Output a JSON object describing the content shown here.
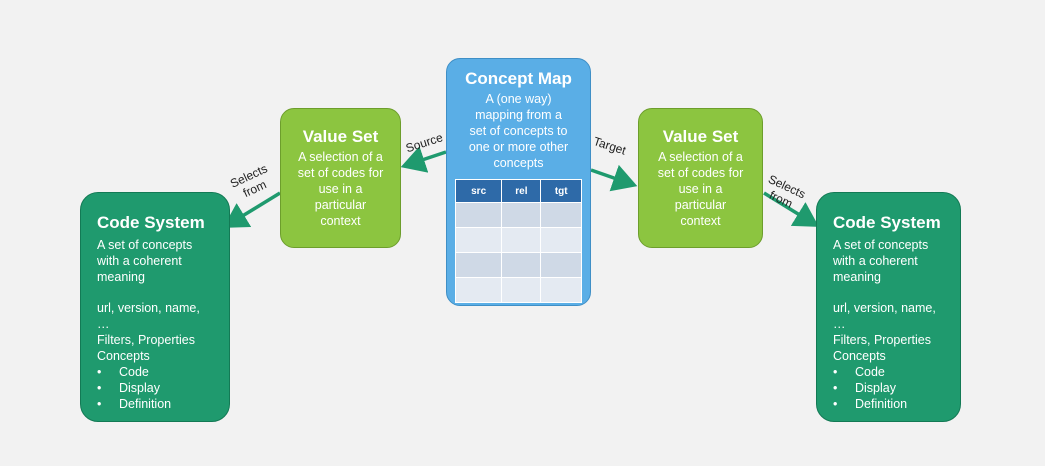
{
  "code_system_left": {
    "title": "Code System",
    "desc": [
      "A set of concepts",
      "with a coherent",
      "meaning"
    ],
    "attrs": [
      "url, version, name,",
      "…",
      "Filters, Properties",
      "Concepts"
    ],
    "bullets": [
      "Code",
      "Display",
      "Definition"
    ]
  },
  "code_system_right": {
    "title": "Code System",
    "desc": [
      "A set of concepts",
      "with a coherent",
      "meaning"
    ],
    "attrs": [
      "url, version, name,",
      "…",
      "Filters, Properties",
      "Concepts"
    ],
    "bullets": [
      "Code",
      "Display",
      "Definition"
    ]
  },
  "value_set_left": {
    "title": "Value Set",
    "desc": [
      "A selection of a",
      "set of codes for",
      "use in a",
      "particular",
      "context"
    ]
  },
  "value_set_right": {
    "title": "Value Set",
    "desc": [
      "A selection of a",
      "set of codes for",
      "use in a",
      "particular",
      "context"
    ]
  },
  "concept_map": {
    "title": "Concept Map",
    "desc": [
      "A (one way)",
      "mapping from a",
      "set of concepts to",
      "one or more other",
      "concepts"
    ],
    "table_headers": [
      "src",
      "rel",
      "tgt"
    ]
  },
  "labels": {
    "selects_from_left": [
      "Selects",
      "from"
    ],
    "selects_from_right": [
      "Selects",
      "from"
    ],
    "source": "Source",
    "target": "Target"
  },
  "colors": {
    "code_system": "#1f9a6e",
    "value_set": "#8cc540",
    "concept_map": "#5aaee6",
    "arrow": "#1f9a6e"
  }
}
